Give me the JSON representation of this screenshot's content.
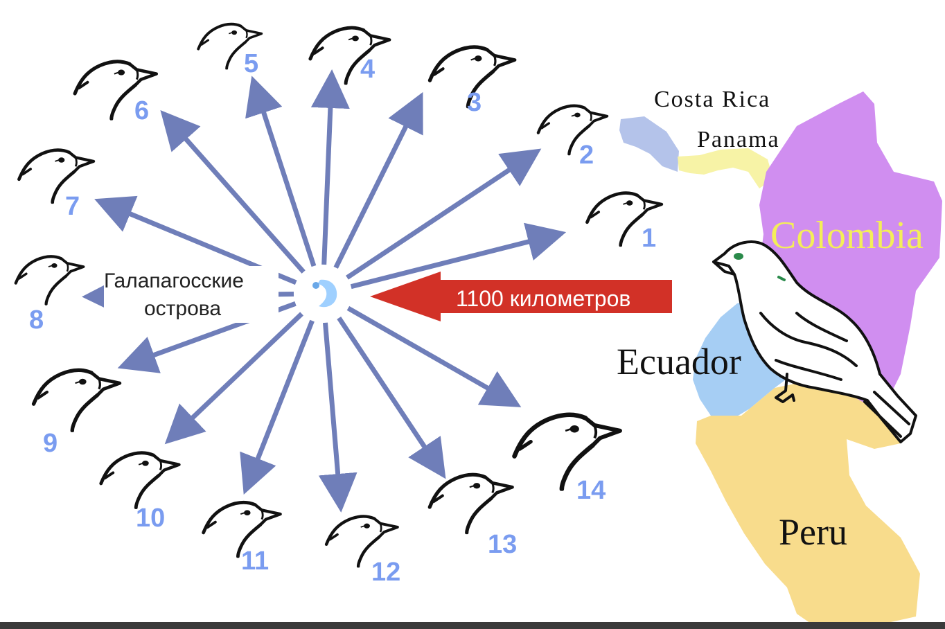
{
  "colors": {
    "arrow": "#6f7eb9",
    "number": "#7a9cf0",
    "big_arrow": "#d23127",
    "costa_rica": "#b4c3ea",
    "panama": "#f7f3a6",
    "colombia": "#d08ef0",
    "colombia_text": "#f4ee58",
    "ecuador": "#a6cef4",
    "peru": "#f8dc8c",
    "island": "#9fd0ff"
  },
  "center_label": [
    "Галапагосские",
    "острова"
  ],
  "distance_label": "1100 километров",
  "countries": {
    "costa_rica": "Costa Rica",
    "panama": "Panama",
    "colombia": "Colombia",
    "ecuador": "Ecuador",
    "peru": "Peru"
  },
  "finches": [
    {
      "num": "1",
      "icon": "finch-head-icon"
    },
    {
      "num": "2",
      "icon": "finch-head-icon"
    },
    {
      "num": "3",
      "icon": "finch-head-icon"
    },
    {
      "num": "4",
      "icon": "finch-head-icon"
    },
    {
      "num": "5",
      "icon": "finch-head-icon"
    },
    {
      "num": "6",
      "icon": "finch-head-icon"
    },
    {
      "num": "7",
      "icon": "finch-head-icon"
    },
    {
      "num": "8",
      "icon": "finch-head-icon"
    },
    {
      "num": "9",
      "icon": "finch-head-icon"
    },
    {
      "num": "10",
      "icon": "finch-head-icon"
    },
    {
      "num": "11",
      "icon": "finch-head-icon"
    },
    {
      "num": "12",
      "icon": "finch-head-icon"
    },
    {
      "num": "13",
      "icon": "finch-head-icon"
    },
    {
      "num": "14",
      "icon": "finch-head-icon"
    }
  ]
}
